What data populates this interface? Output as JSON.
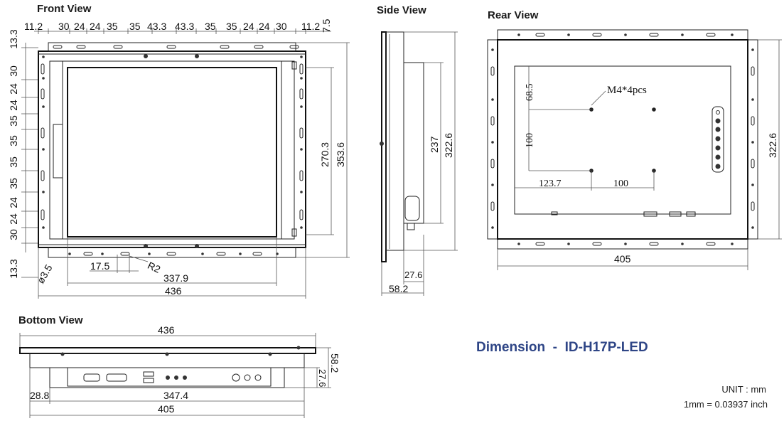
{
  "views": {
    "front": "Front View",
    "side": "Side View",
    "rear": "Rear View",
    "bottom": "Bottom View"
  },
  "front": {
    "top_dims": [
      "11.2",
      "30",
      "24",
      "24",
      "35",
      "35",
      "43.3",
      "43.3",
      "35",
      "35",
      "24",
      "24",
      "30",
      "11.2"
    ],
    "top_right": "7.5",
    "left_dims": [
      "13.3",
      "30",
      "24",
      "24",
      "35",
      "35",
      "35",
      "35",
      "24",
      "24",
      "30",
      "13.3"
    ],
    "h1": "270.3",
    "h2": "353.6",
    "hole": "ø3.5",
    "slot": "17.5",
    "radius": "R2",
    "w_inner": "337.9",
    "w_outer": "436"
  },
  "side": {
    "h1": "237",
    "h2": "322.6",
    "d1": "27.6",
    "d2": "58.2"
  },
  "rear": {
    "note": "M4*4pcs",
    "v1": "68.5",
    "v2": "100",
    "h1": "123.7",
    "h2": "100",
    "height": "322.6",
    "width": "405"
  },
  "bottom": {
    "w_outer": "436",
    "d1": "58.2",
    "d2": "27.6",
    "offset": "28.8",
    "w_mid": "347.4",
    "w_rear": "405"
  },
  "title": "Dimension  -  ID-H17P-LED",
  "unit": "UNIT : mm",
  "conversion": "1mm = 0.03937 inch",
  "colors": {
    "title": "#2e4586",
    "line": "#222222"
  }
}
